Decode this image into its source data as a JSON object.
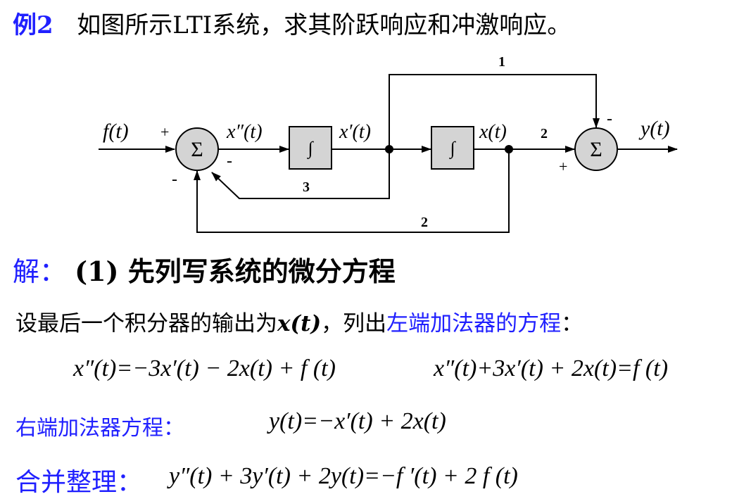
{
  "title": {
    "example_label": "例2",
    "text": "如图所示LTI系统，求其阶跃响应和冲激响应。"
  },
  "diagram": {
    "input_label": "f(t)",
    "output_label": "y(t)",
    "sum_symbol": "Σ",
    "integrator_symbol": "∫",
    "signals": {
      "x2": "x″(t)",
      "x1": "x′(t)",
      "x0": "x(t)"
    },
    "gains": {
      "top": "1",
      "forward": "2",
      "feedback_inner": "3",
      "feedback_outer": "2"
    },
    "signs": {
      "sum1_input": "+",
      "sum1_inner": "-",
      "sum1_outer": "-",
      "sum2_top": "-",
      "sum2_bottom": "+"
    }
  },
  "solution": {
    "label": "解：",
    "step": "(1) 先列写系统的微分方程",
    "assume_prefix": "设最后一个积分器的输出为",
    "assume_var": "x(t)",
    "assume_mid": "，列出",
    "assume_blue": "左端加法器的方程",
    "assume_suffix": "：",
    "eq_left_1": "x″(t)=−3x′(t) − 2x(t) + f (t)",
    "eq_left_2": "x″(t)+3x′(t) + 2x(t)=f (t)",
    "right_label": "右端加法器方程：",
    "eq_right": "y(t)=−x′(t) + 2x(t)",
    "merge_label": "合并整理：",
    "eq_merged": "y″(t) + 3y′(t) + 2y(t)=−f ′(t) + 2 f (t)"
  }
}
